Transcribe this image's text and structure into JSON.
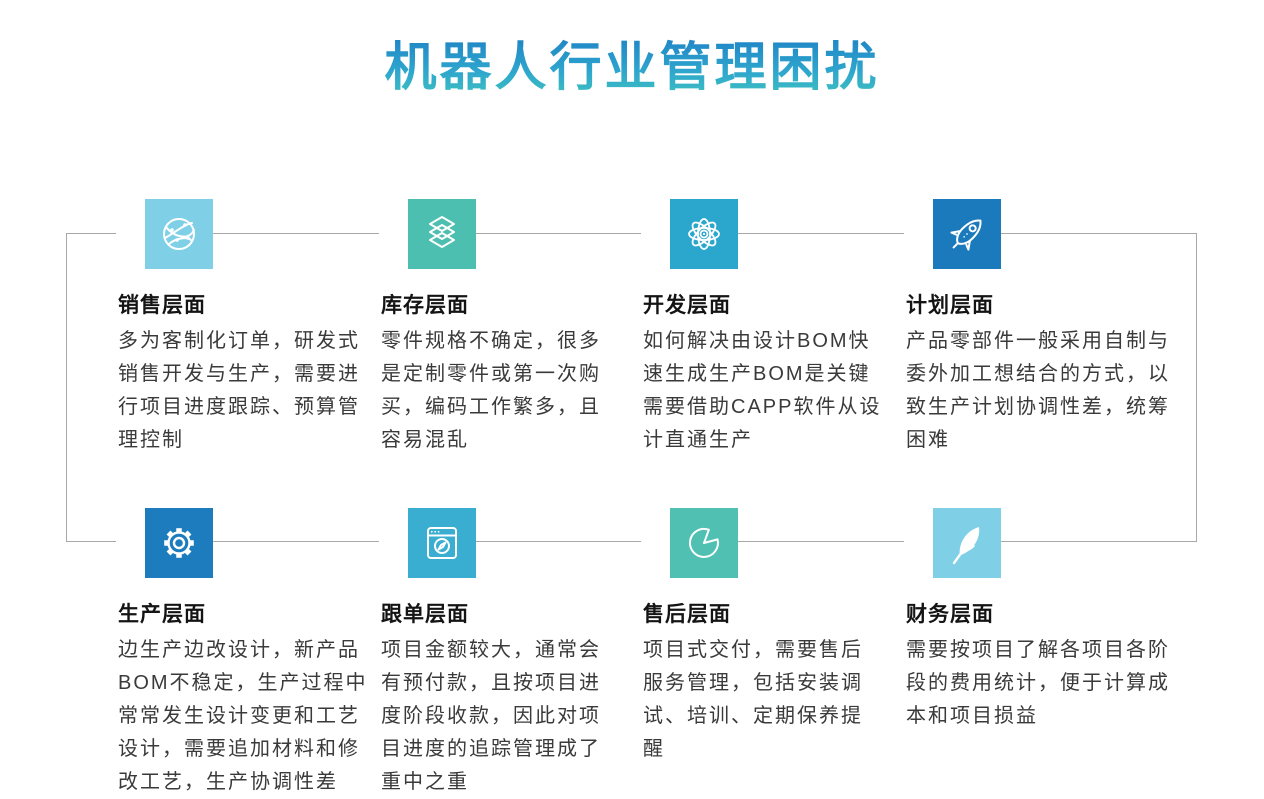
{
  "page": {
    "title": "机器人行业管理困扰",
    "background_color": "#ffffff",
    "connector_line_color": "#a8a8a8",
    "title_gradient_top": "#1f83c5",
    "title_gradient_bottom": "#40c3bf"
  },
  "blocks": [
    {
      "id": "sales",
      "icon": "globe-network-icon",
      "color": "#7fd0e7",
      "title": "销售层面",
      "description": "多为客制化订单，研发式\n销售开发与生产，需要进\n行项目进度跟踪、预算管\n理控制"
    },
    {
      "id": "inventory",
      "icon": "layers-icon",
      "color": "#4cbfb0",
      "title": "库存层面",
      "description": "零件规格不确定，很多\n是定制零件或第一次购\n买，编码工作繁多，且\n容易混乱"
    },
    {
      "id": "development",
      "icon": "atom-icon",
      "color": "#2ba7ce",
      "title": "开发层面",
      "description": "如何解决由设计BOM快\n速生成生产BOM是关键\n需要借助CAPP软件从设\n计直通生产"
    },
    {
      "id": "planning",
      "icon": "rocket-icon",
      "color": "#1b7abb",
      "title": "计划层面",
      "description": "产品零部件一般采用自制与\n委外加工想结合的方式，以\n致生产计划协调性差，统筹\n困难"
    },
    {
      "id": "production",
      "icon": "gear-icon",
      "color": "#1c7cbd",
      "title": "生产层面",
      "description": "边生产边改设计，新产品\nBOM不稳定，生产过程中\n常常发生设计变更和工艺\n设计，需要追加材料和修\n改工艺，生产协调性差"
    },
    {
      "id": "order-tracking",
      "icon": "browser-compass-icon",
      "color": "#3aaed0",
      "title": "跟单层面",
      "description": "项目金额较大，通常会\n有预付款，且按项目进\n度阶段收款，因此对项\n目进度的追踪管理成了\n重中之重"
    },
    {
      "id": "after-sales",
      "icon": "pie-chart-icon",
      "color": "#4fc0b2",
      "title": "售后层面",
      "description": "项目式交付，需要售后\n服务管理，包括安装调\n试、培训、定期保养提\n醒"
    },
    {
      "id": "finance",
      "icon": "feather-icon",
      "color": "#7fd0e7",
      "title": "财务层面",
      "description": "需要按项目了解各项目各阶\n段的费用统计，便于计算成\n本和项目损益"
    }
  ]
}
